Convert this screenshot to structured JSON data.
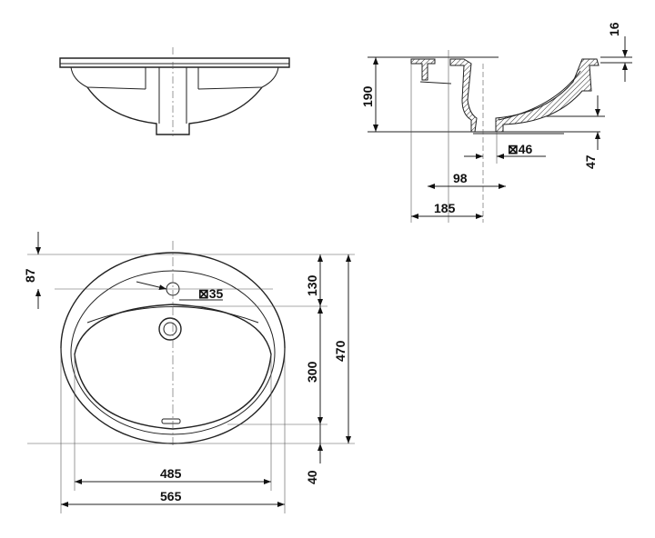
{
  "drawing": {
    "title": "Oval countertop washbasin technical drawing",
    "dimensions": {
      "rim_height": "16",
      "total_height": "190",
      "drain_height": "47",
      "drain_diameter": "⊠46",
      "drain_offset": "98",
      "depth_offset": "185",
      "tap_offset": "87",
      "tap_hole_diameter": "⊠35",
      "rim_to_basin": "130",
      "basin_length": "300",
      "overall_length": "470",
      "bottom_rim": "40",
      "basin_width": "485",
      "overall_width": "565"
    },
    "colors": {
      "line": "#222222",
      "background": "#ffffff"
    }
  }
}
